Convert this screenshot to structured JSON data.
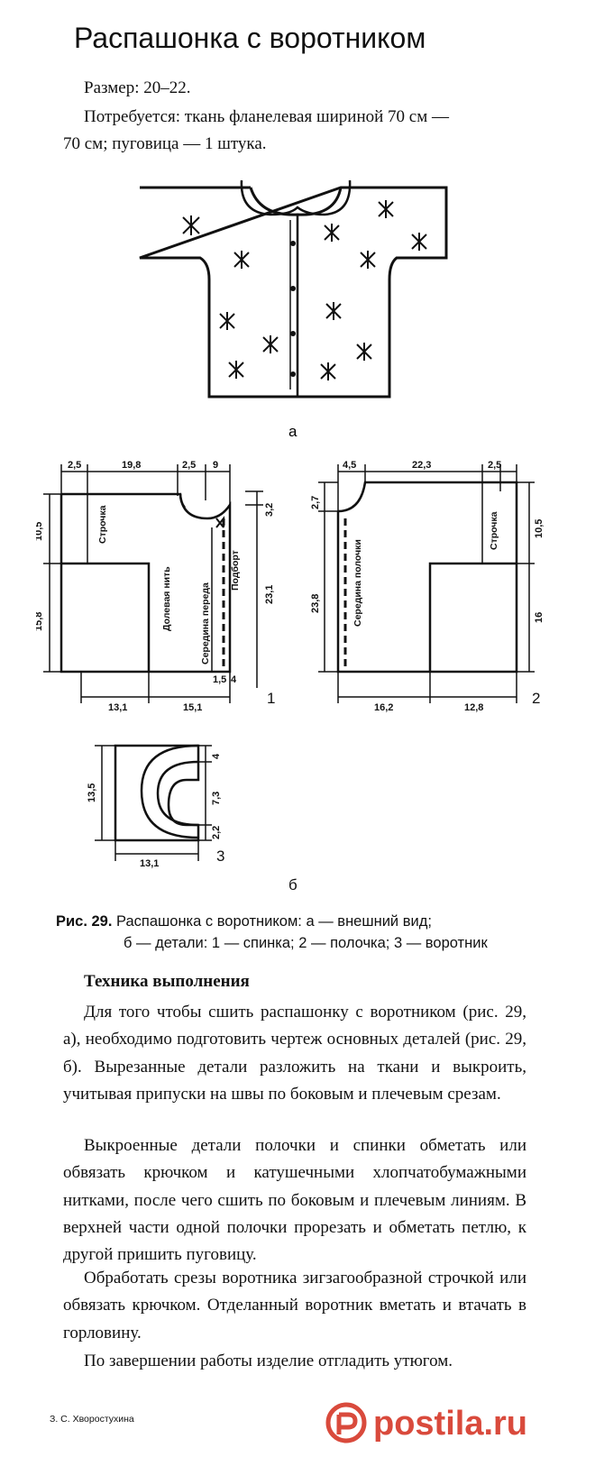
{
  "title": "Распашонка с воротником",
  "size_line": "Размер: 20–22.",
  "requirements": {
    "line1": "Потребуется: ткань фланелевая шириной 70 см —",
    "line2": "70 см; пуговица — 1 штука."
  },
  "figure": {
    "view_label": "а",
    "details_label": "б",
    "pattern1": {
      "number": "1",
      "top_dims": [
        "2,5",
        "19,8",
        "2,5",
        "9"
      ],
      "side_dims": [
        "10,5",
        "15,8",
        "3,2",
        "23,1"
      ],
      "bottom_dims": [
        "1,5",
        "4",
        "13,1",
        "15,1"
      ],
      "labels": [
        "Строчка",
        "Долевая нить",
        "Середина переда",
        "Подборт"
      ]
    },
    "pattern2": {
      "number": "2",
      "top_dims": [
        "4,5",
        "22,3",
        "2,5"
      ],
      "side_dims": [
        "2,7",
        "23,8",
        "10,5",
        "16"
      ],
      "bottom_dims": [
        "16,2",
        "12,8"
      ],
      "labels": [
        "Середина полочки",
        "Строчка"
      ]
    },
    "pattern3": {
      "number": "3",
      "dims": [
        "13,5",
        "4",
        "7,3",
        "2,2",
        "13,1"
      ]
    }
  },
  "caption": {
    "label": "Рис. 29.",
    "line1": "Распашонка с воротником: а — внешний вид;",
    "line2": "б — детали: 1 — спинка; 2 — полочка; 3 — воротник"
  },
  "technique": {
    "heading": "Техника выполнения",
    "paragraphs": [
      "Для того чтобы сшить распашонку с воротником (рис. 29, а), необходимо подготовить чертеж основных деталей (рис. 29, б). Вырезанные детали разложить на ткани и выкроить, учитывая припуски на швы по боковым и плечевым срезам.",
      "Выкроенные детали полочки и спинки обметать или обвязать крючком и катушечными хлопчатобумажными нитками, после чего сшить по боковым и плечевым линиям. В верхней части одной полочки прорезать и обметать петлю, к другой пришить пуговицу.",
      "Обработать срезы воротника зигзагообразной строчкой или обвязать крючком. Отделанный воротник вметать и втачать в горловину.",
      "По завершении работы изделие отгладить утюгом."
    ]
  },
  "author": "З. С. Хворостухина",
  "watermark": "postila.ru",
  "colors": {
    "text": "#111111",
    "watermark": "#d94a3c"
  }
}
